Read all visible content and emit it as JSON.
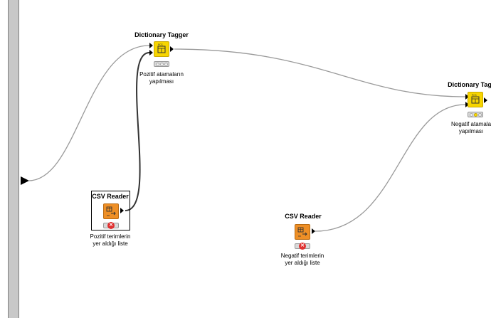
{
  "colors": {
    "tagger": "#f7d500",
    "reader": "#ee8f26",
    "connection": "#9a9a9a",
    "connection_active": "#333333",
    "error": "#e03030"
  },
  "nodes": {
    "tagger1": {
      "title": "Dictionary Tagger",
      "label_line1": "Pozitif atamaların",
      "label_line2": "yapılması",
      "icon": "tagger-icon"
    },
    "tagger2": {
      "title": "Dictionary Tag",
      "label_line1": "Negatif atamala",
      "label_line2": "yapılması",
      "icon": "tagger-icon"
    },
    "reader1": {
      "title": "CSV Reader",
      "label_line1": "Pozitif terimlerin",
      "label_line2": "yer aldığı liste",
      "icon": "csv-reader-icon",
      "status": "error"
    },
    "reader2": {
      "title": "CSV Reader",
      "label_line1": "Negatif terimlerin",
      "label_line2": "yer aldığı liste",
      "icon": "csv-reader-icon",
      "status": "error"
    }
  }
}
